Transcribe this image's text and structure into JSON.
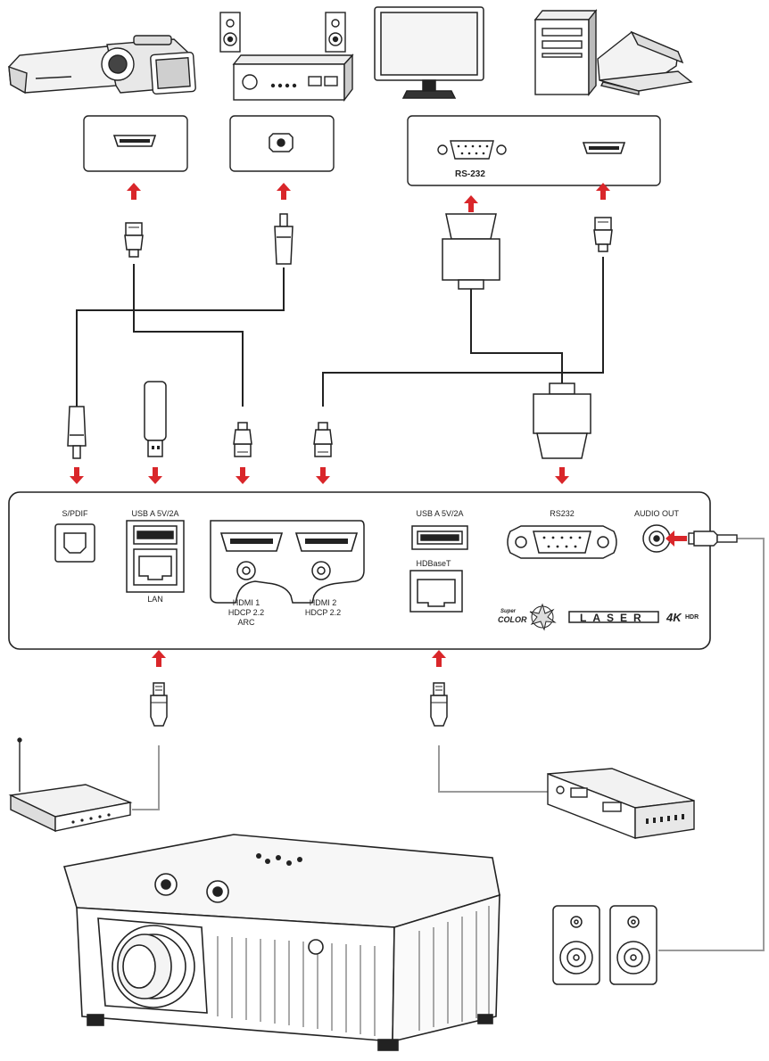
{
  "panel": {
    "ports": {
      "spdif": "S/PDIF",
      "usb_a_1": "USB A  5V/2A",
      "lan": "LAN",
      "hdmi1_l1": "HDMI 1",
      "hdmi1_l2": "HDCP 2.2",
      "hdmi1_l3": "ARC",
      "hdmi2_l1": "HDMI 2",
      "hdmi2_l2": "HDCP 2.2",
      "usb_a_2": "USB A  5V/2A",
      "hdbaset": "HDBaseT",
      "rs232": "RS232",
      "audio_out": "AUDIO OUT"
    },
    "logos": {
      "super": "Super",
      "color": "COLOR",
      "laser": "LASER",
      "fourk": "4K",
      "hdr": "HDR"
    }
  },
  "source_box": {
    "rs232_label": "RS-232"
  },
  "colors": {
    "arrow": "#d9262a",
    "line": "#222222",
    "gray_line": "#9a9a9a"
  },
  "icons": [
    "camcorder-icon",
    "audio-amplifier-icon",
    "monitor-icon",
    "desktop-pc-icon",
    "laptop-icon",
    "usb-drive-icon",
    "router-icon",
    "hdbaset-receiver-icon",
    "speakers-icon",
    "projector-icon"
  ]
}
